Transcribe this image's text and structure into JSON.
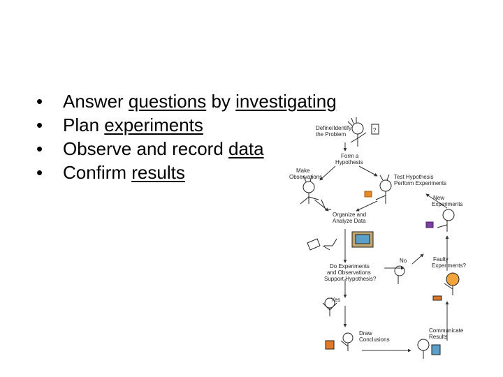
{
  "bullets": [
    {
      "parts": [
        {
          "t": "Answer ",
          "u": false
        },
        {
          "t": "questions",
          "u": true
        },
        {
          "t": " by ",
          "u": false
        },
        {
          "t": "investigating",
          "u": true
        }
      ]
    },
    {
      "parts": [
        {
          "t": "Plan ",
          "u": false
        },
        {
          "t": "experiments",
          "u": true
        }
      ]
    },
    {
      "parts": [
        {
          "t": "Observe and record ",
          "u": false
        },
        {
          "t": "data",
          "u": true
        }
      ]
    },
    {
      "parts": [
        {
          "t": "Confirm ",
          "u": false
        },
        {
          "t": "results",
          "u": true
        }
      ]
    }
  ],
  "bullet_char": "•",
  "diagram": {
    "define_1": "Define/Identify",
    "define_2": "the Problem",
    "hyp_1": "Form a",
    "hyp_2": "Hypothesis",
    "obs_1": "Make",
    "obs_2": "Observations",
    "test_1": "Test Hypothesis",
    "test_2": "Perform Experiments",
    "new_1": "New",
    "new_2": "Experiments",
    "org_1": "Organize and",
    "org_2": "Analyze Data",
    "support_1": "Do Experiments",
    "support_2": "and Observations",
    "support_3": "Support Hypothesis?",
    "no": "No",
    "faulty_1": "Faulty",
    "faulty_2": "Experiments?",
    "yes": "Yes",
    "draw_1": "Draw",
    "draw_2": "Conclusions",
    "comm_1": "Communicate",
    "comm_2": "Results",
    "q_mark": "?"
  }
}
